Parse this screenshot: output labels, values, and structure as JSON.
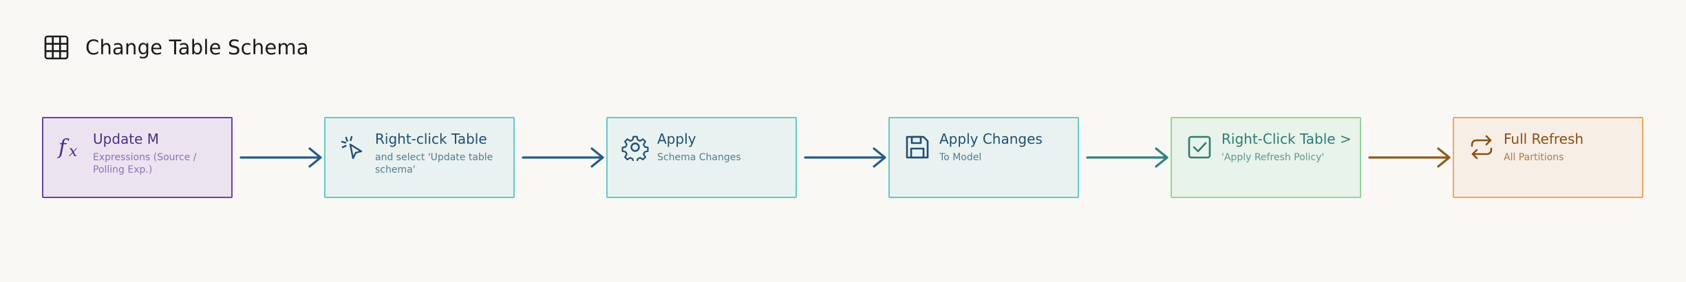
{
  "diagram": {
    "title": "Change Table Schema",
    "title_icon": "table-grid-icon",
    "steps": [
      {
        "label": "Update M",
        "sub": "Expressions (Source / Polling Exp.)",
        "icon": "function-fx-icon",
        "colors": {
          "border": "#6c3fad",
          "bg": "#ebe4f0",
          "text": "#4b2c86",
          "sub": "#8a6fba"
        }
      },
      {
        "label": "Right-click Table",
        "sub": "and select 'Update table schema'",
        "icon": "cursor-click-icon",
        "colors": {
          "border": "#62c9cc",
          "bg": "#e9f2f0",
          "text": "#1f4e73",
          "sub": "#4f7f92"
        }
      },
      {
        "label": "Apply",
        "sub": "Schema Changes",
        "icon": "gear-icon",
        "colors": {
          "border": "#62c9cc",
          "bg": "#e9f2f0",
          "text": "#1f4e73",
          "sub": "#4f7f92"
        }
      },
      {
        "label": "Apply Changes",
        "sub": "To Model",
        "icon": "save-icon",
        "colors": {
          "border": "#62c9cc",
          "bg": "#e9f2f0",
          "text": "#1f4e73",
          "sub": "#4f7f92"
        }
      },
      {
        "label": "Right-Click Table >",
        "sub": "'Apply Refresh Policy'",
        "icon": "checkbox-check-icon",
        "colors": {
          "border": "#8fd69a",
          "bg": "#e8f3e9",
          "text": "#2d7c74",
          "sub": "#5b9a90"
        }
      },
      {
        "label": "Full Refresh",
        "sub": "All Partitions",
        "icon": "refresh-icon",
        "colors": {
          "border": "#f0a65c",
          "bg": "#f7eee6",
          "text": "#8a4f17",
          "sub": "#b07a46"
        }
      }
    ],
    "arrows": [
      {
        "color": "#245c86"
      },
      {
        "color": "#245c86"
      },
      {
        "color": "#245c86"
      },
      {
        "color": "#2f7f7c"
      },
      {
        "color": "#8b5a1e"
      }
    ]
  }
}
